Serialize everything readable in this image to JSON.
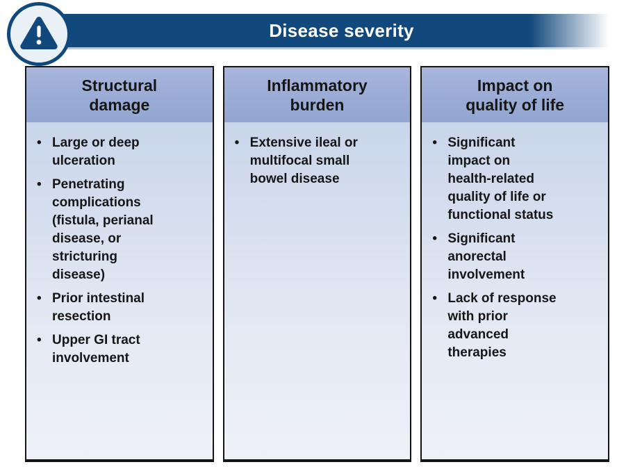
{
  "banner": {
    "title": "Disease severity"
  },
  "glyphs": {
    "bullet": "•"
  },
  "columns": [
    {
      "title": "Structural\ndamage",
      "items": [
        "Large or deep\nulceration",
        "Penetrating\ncomplications\n(fistula, perianal\ndisease, or\nstricturing\ndisease)",
        "Prior intestinal\nresection",
        "Upper GI tract\ninvolvement"
      ]
    },
    {
      "title": "Inflammatory\nburden",
      "items": [
        "Extensive ileal or\nmultifocal small\nbowel disease"
      ]
    },
    {
      "title": "Impact on\nquality of life",
      "items": [
        "Significant\nimpact on\nhealth-related\nquality of life or\nfunctional status",
        "Significant\nanorectal\ninvolvement",
        "Lack of response\nwith prior\nadvanced\ntherapies"
      ]
    }
  ],
  "colors": {
    "banner_navy": "#11497c",
    "banner_underline": "#b5c9dc",
    "column_header_band": "#9cadd6",
    "column_body_top": "#c9d5ea",
    "column_body_bottom": "#eef1f8",
    "icon_circle_fill": "#e9f1f6",
    "text": "#161616"
  }
}
